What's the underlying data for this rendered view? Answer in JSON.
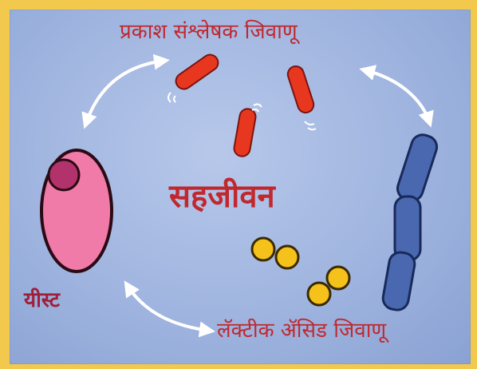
{
  "diagram": {
    "title_top": "प्रकाश संश्लेषक जिवाणू",
    "center_label": "सहजीवन",
    "yeast_label": "यीस्ट",
    "lactic_label": "लॅक्टीक ॲसिड जिवाणू"
  },
  "colors": {
    "background": "#9fb4df",
    "border": "#f2c94c",
    "text_red": "#c0282e",
    "photosynthetic_bacteria": "#e8371f",
    "yeast_body": "#f07aa8",
    "yeast_nucleus": "#b2336b",
    "lactic_rods": "#4a68b0",
    "lactic_cocci": "#f5c21b",
    "arrows": "#ffffff"
  },
  "icons": [
    "photosynthetic-bacteria-icon",
    "yeast-cell-icon",
    "lactic-rod-chain-icon",
    "lactic-cocci-icon",
    "cycle-arrow-icon"
  ]
}
